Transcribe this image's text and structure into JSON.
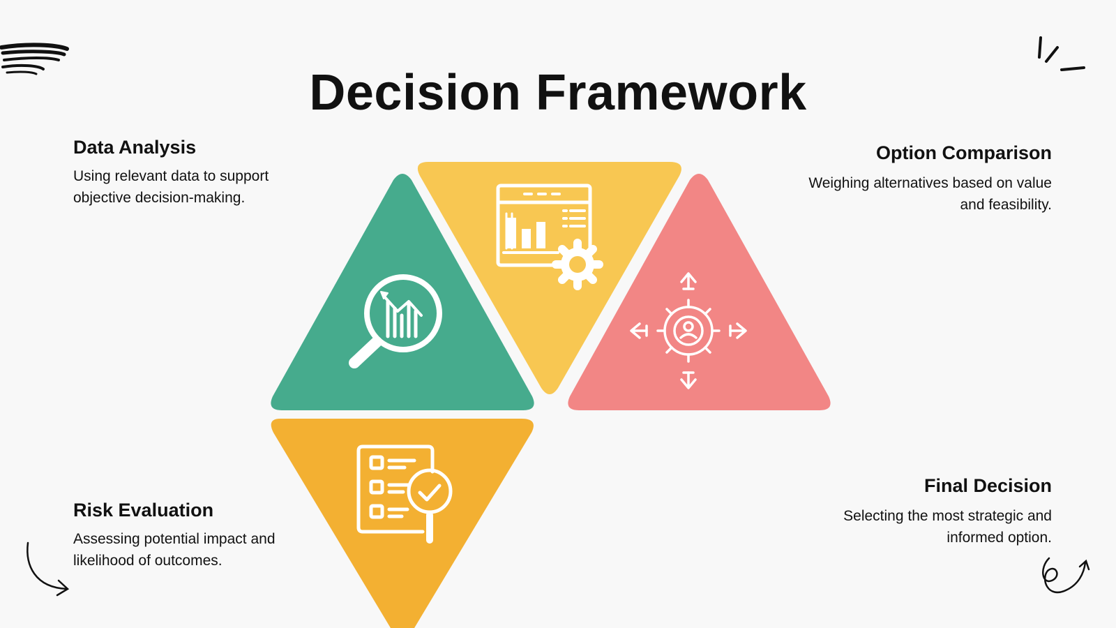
{
  "title": "Decision Framework",
  "blocks": {
    "data_analysis": {
      "heading": "Data Analysis",
      "body": "Using relevant data to support objective decision-making."
    },
    "option_comparison": {
      "heading": "Option Comparison",
      "body": "Weighing alternatives based on value and feasibility."
    },
    "risk_evaluation": {
      "heading": "Risk Evaluation",
      "body": "Assessing potential impact and likelihood of outcomes."
    },
    "final_decision": {
      "heading": "Final Decision",
      "body": "Selecting the most strategic and informed option."
    }
  },
  "colors": {
    "green": "#46ab8d",
    "yellow": "#f8c752",
    "pink": "#f28685",
    "orange": "#f3b032",
    "background": "#f8f8f8"
  },
  "icons": {
    "green_triangle": "magnifier-chart-icon",
    "yellow_triangle": "dashboard-gear-icon",
    "pink_triangle": "gear-user-arrows-icon",
    "orange_triangle": "checklist-magnifier-icon"
  }
}
